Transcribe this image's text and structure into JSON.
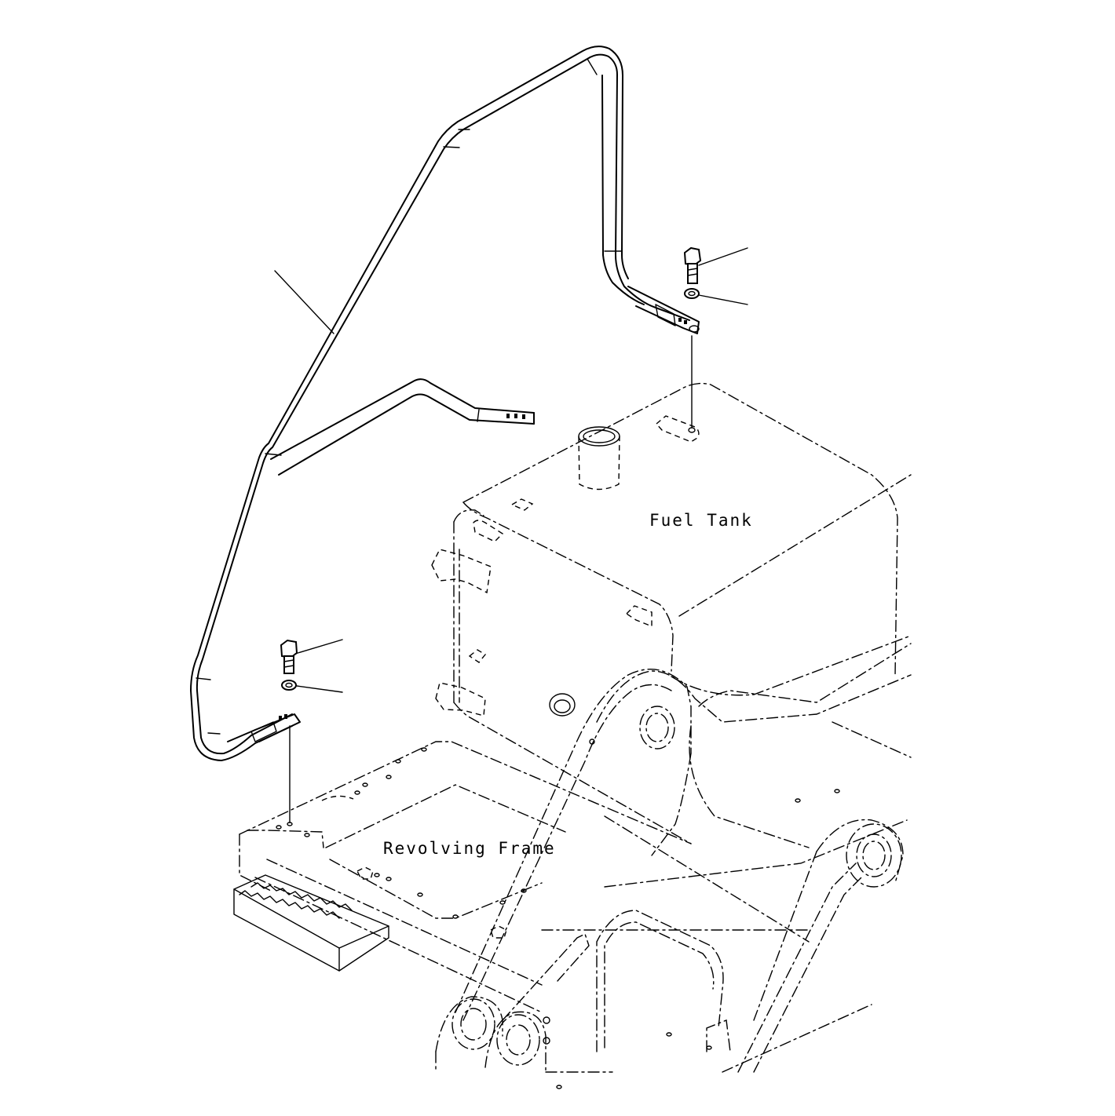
{
  "diagram": {
    "labels": {
      "fuel_tank": "Fuel Tank",
      "revolving_frame": "Revolving Frame"
    },
    "parts": [
      "handrail",
      "bolt-right",
      "washer-right",
      "bolt-left",
      "washer-left"
    ],
    "line_color": "#000000",
    "background": "#ffffff"
  }
}
